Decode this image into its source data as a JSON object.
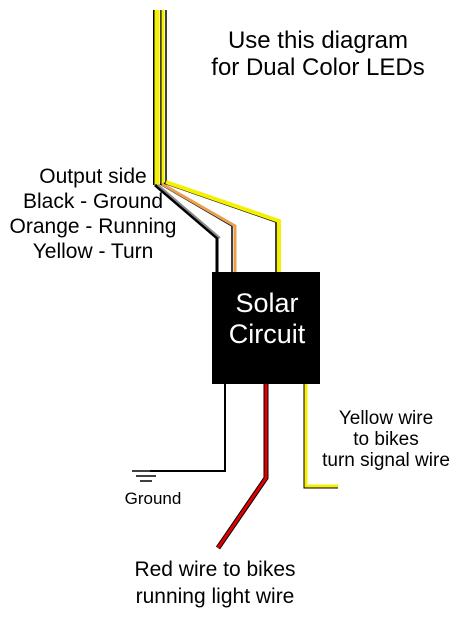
{
  "title": {
    "line1": "Use this diagram",
    "line2": "for Dual Color LEDs"
  },
  "output_side": {
    "heading": "Output side",
    "lines": [
      "Black - Ground",
      "Orange - Running",
      "Yellow - Turn"
    ]
  },
  "box": {
    "line1": "Solar",
    "line2": "Circuit"
  },
  "yellow_wire_label": [
    "Yellow wire",
    "to bikes",
    "turn signal wire"
  ],
  "ground_label": "Ground",
  "red_wire_label": [
    "Red wire to bikes",
    "running light wire"
  ],
  "colors": {
    "yellow_wire": "#f5f000",
    "orange_wire": "#e8a050",
    "black_wire": "#000000",
    "gray_wire": "#8a8a8a",
    "red_wire": "#e00000",
    "box": "#000000"
  }
}
